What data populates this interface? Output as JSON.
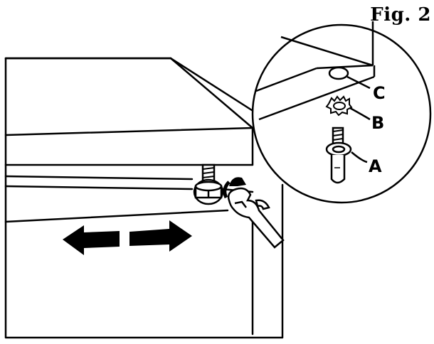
{
  "figure": {
    "title": "Fig. 2"
  },
  "callouts": {
    "a": "A",
    "b": "B",
    "c": "C"
  },
  "colors": {
    "ink": "#000000",
    "paper": "#ffffff"
  }
}
